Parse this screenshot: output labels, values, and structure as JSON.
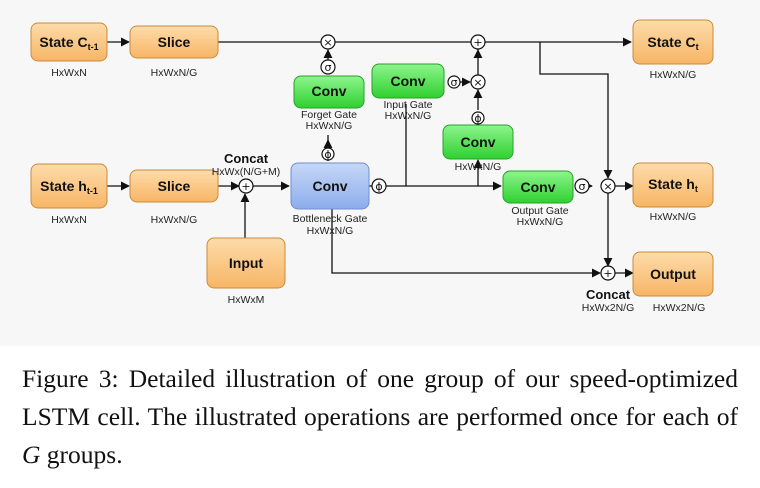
{
  "blocks": {
    "state_c_prev": "State C",
    "state_c_prev_sub": "t-1",
    "state_h_prev": "State h",
    "state_h_prev_sub": "t-1",
    "slice_top": "Slice",
    "slice_bottom": "Slice",
    "input": "Input",
    "bottleneck_conv": "Conv",
    "forget_conv": "Conv",
    "input_gate_conv": "Conv",
    "candidate_conv": "Conv",
    "output_conv": "Conv",
    "state_c_next": "State C",
    "state_c_next_sub": "t",
    "state_h_next": "State h",
    "state_h_next_sub": "t",
    "output": "Output"
  },
  "labels": {
    "c_prev_dims": "HxWxN",
    "slice_top_dims": "HxWxN/G",
    "h_prev_dims": "HxWxN",
    "slice_bottom_dims": "HxWxN/G",
    "input_dims": "HxWxM",
    "concat_title": "Concat",
    "concat_dims": "HxWx(N/G+M)",
    "bottleneck_name": "Bottleneck Gate",
    "bottleneck_dims": "HxWxN/G",
    "forget_name": "Forget Gate",
    "forget_dims": "HxWxN/G",
    "input_gate_name": "Input Gate",
    "input_gate_dims": "HxWxN/G",
    "candidate_dims": "HxWxN/G",
    "output_gate_name": "Output Gate",
    "output_gate_dims": "HxWxN/G",
    "c_next_dims": "HxWxN/G",
    "h_next_dims": "HxWxN/G",
    "concat2_title": "Concat",
    "concat2_dims": "HxWx2N/G",
    "output_dims": "HxWx2N/G"
  },
  "ops": {
    "multiply": "×",
    "add": "+",
    "sigmoid": "σ",
    "phi": "ϕ"
  },
  "caption": {
    "text_a": "Figure 3: Detailed illustration of one group of our speed-optimized LSTM cell. The illustrated operations are performed once for each of ",
    "variable": "G",
    "text_b": " groups."
  },
  "colors": {
    "orange_fill": "#fbc98a",
    "green_fill": "#5ee65e",
    "blue_fill": "#a9c3f2"
  }
}
